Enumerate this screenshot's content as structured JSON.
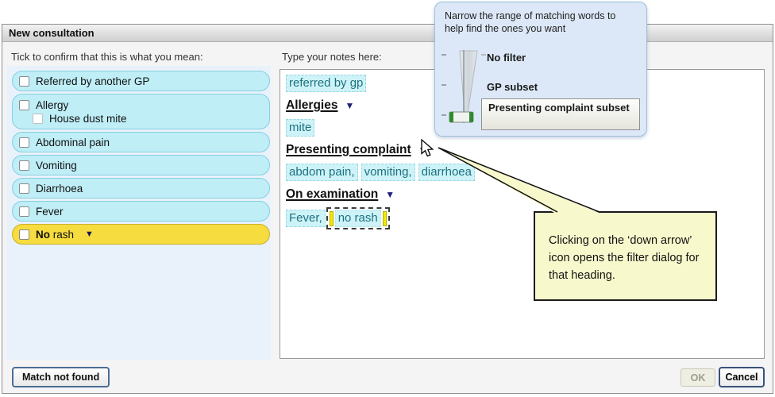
{
  "window": {
    "title": "New consultation"
  },
  "colors": {
    "pill_cyan_bg": "#bfeef7",
    "pill_cyan_border": "#86cfdf",
    "pill_yellow_bg": "#f6dc3e",
    "highlight_bg": "#cdf3f8",
    "highlight_text": "#1d717f",
    "heading_arrow_navy": "#202078",
    "left_panel_bg": "#e9f2fb",
    "tooltip_bg": "#dce8f7",
    "callout_bg": "#f8f8cd",
    "caret_yellow": "#f2ea00"
  },
  "left_panel": {
    "label": "Tick to confirm that this is what you mean:",
    "items": [
      {
        "label": "Referred by another GP"
      },
      {
        "label": "Allergy",
        "sub_label": "House dust mite"
      },
      {
        "label": "Abdominal pain"
      },
      {
        "label": "Vomiting"
      },
      {
        "label": "Diarrhoea"
      },
      {
        "label": "Fever"
      },
      {
        "label_bold": "No",
        "label_rest": " rash",
        "dropdown": "▼"
      }
    ]
  },
  "notes_panel": {
    "label": "Type your notes here:",
    "entry_referred": "referred by gp",
    "heading_allergies": "Allergies",
    "entry_mite": "mite",
    "heading_presenting": "Presenting complaint",
    "entry_abdom": "abdom pain,",
    "entry_vomiting": "vomiting,",
    "entry_diarrhoea": "diarrhoea",
    "heading_examination": "On examination",
    "entry_fever": "Fever,",
    "entry_norash": "no rash",
    "dropdown_glyph": "▼"
  },
  "filter_tooltip": {
    "text": "Narrow the range of matching words to help find the ones you want",
    "options": [
      "No filter",
      "GP subset",
      "Presenting complaint subset"
    ],
    "selected": "Presenting complaint subset"
  },
  "callout": {
    "text": "Clicking on the ‘down arrow’ icon opens the filter dialog for that heading."
  },
  "footer": {
    "match_button": "Match not found",
    "ok_button": "OK",
    "cancel_button": "Cancel"
  }
}
